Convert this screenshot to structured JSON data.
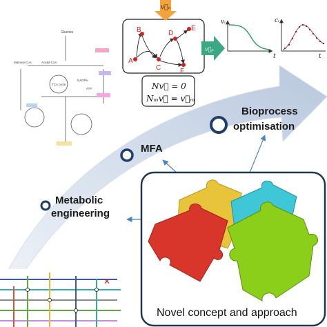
{
  "stages": {
    "metabolic_engineering": {
      "line1": "Metabolic",
      "line2": "engineering"
    },
    "mfa": {
      "label": "MFA"
    },
    "bioprocess": {
      "line1": "Bioprocess",
      "line2": "optimisation"
    }
  },
  "network_box": {
    "input_flux": "v⃗ₙ",
    "output_flux": "v⃗ₚ",
    "nodes": [
      "A",
      "B",
      "C",
      "D",
      "E",
      "F"
    ]
  },
  "equations": {
    "eq1": "Nv⃗ = 0",
    "eq2": "Nₘv⃗ = v⃗ₘ"
  },
  "plots": {
    "left": {
      "ylabel": "vᵢ",
      "xlabel": "t"
    },
    "right": {
      "ylabel": "cᵢ",
      "xlabel": "t"
    }
  },
  "puzzle_box": {
    "caption": "Novel concept and approach"
  },
  "pathway_map": {
    "nodes": [
      "Glucose",
      "Acetyl-CoA",
      "Malonyl-CoA",
      "TCA cycle",
      "NADPH",
      "ATP"
    ]
  },
  "colors": {
    "arrow": "#c8d4e6",
    "stage_ring": "#1f3f6a",
    "network_arrow_in": "#f4a23a",
    "network_arrow_out": "#3aa883",
    "box_border": "#1e3553",
    "puzzle_red": "#d9362b",
    "puzzle_yellow": "#e8c43b",
    "puzzle_cyan": "#3fc6d7",
    "puzzle_green": "#8ccf1b",
    "link_line": "#4a84c2"
  }
}
